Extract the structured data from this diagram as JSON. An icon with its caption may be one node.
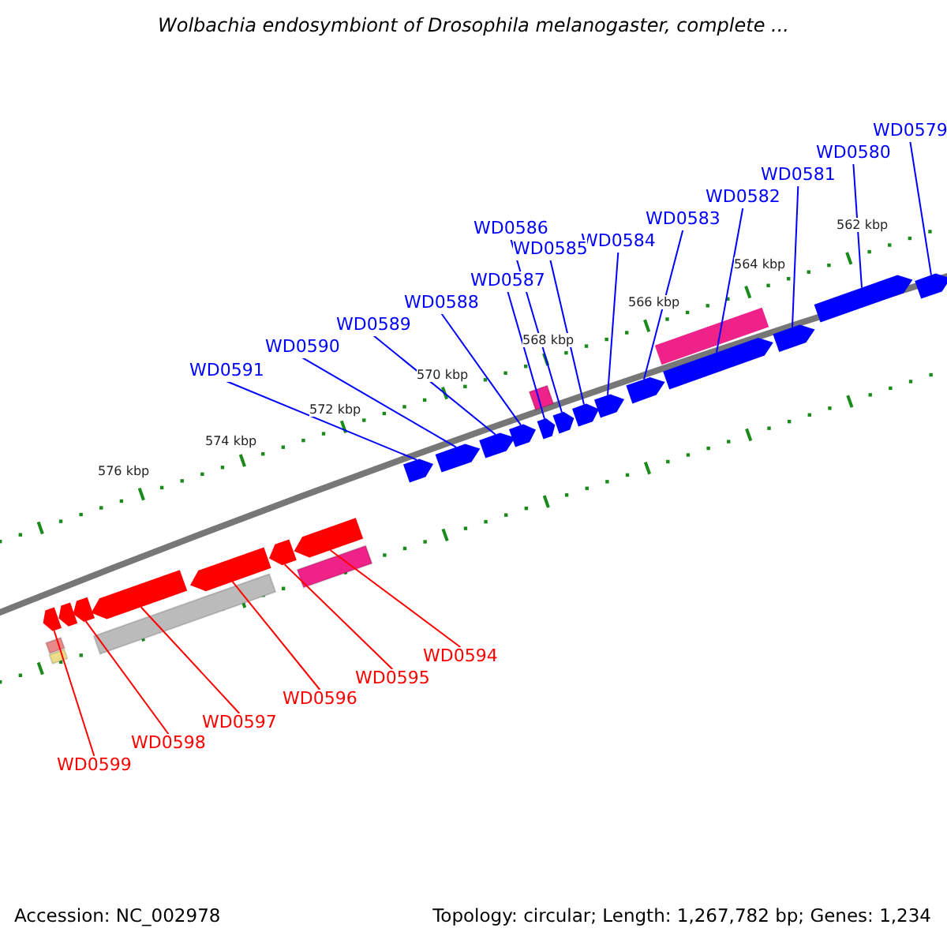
{
  "diagram": {
    "title": "Wolbachia endosymbiont of Drosophila melanogaster, complete ...",
    "nodes": [
      {
        "text": [
          "WD0579"
        ]
      },
      {
        "text": [
          "WD0580"
        ]
      },
      {
        "text": [
          "WD0581"
        ]
      },
      {
        "text": [
          "WD0582"
        ]
      },
      {
        "text": [
          "WD0583"
        ]
      },
      {
        "text": [
          "WD0584"
        ]
      },
      {
        "text": [
          "WD0585"
        ]
      },
      {
        "text": [
          "WD0586"
        ]
      },
      {
        "text": [
          "WD0587"
        ]
      },
      {
        "text": [
          "WD0588"
        ]
      },
      {
        "text": [
          "WD0589"
        ]
      },
      {
        "text": [
          "WD0590"
        ]
      },
      {
        "text": [
          "WD0591"
        ]
      },
      {
        "text": [
          "WD0594"
        ]
      },
      {
        "text": [
          "WD0595"
        ]
      },
      {
        "text": [
          "WD0596"
        ]
      },
      {
        "text": [
          "WD0597"
        ]
      },
      {
        "text": [
          "WD0598"
        ]
      },
      {
        "text": [
          "WD0599"
        ]
      },
      {
        "text": [],
        "shape": "pentagon"
      },
      {
        "text": [],
        "shape": "pentagon"
      },
      {
        "text": [],
        "shape": "pentagon"
      },
      {
        "text": [],
        "shape": "pentagon"
      },
      {
        "text": [],
        "shape": "pentagon"
      },
      {
        "text": [],
        "shape": "pentagon"
      },
      {
        "text": [],
        "shape": "pentagon"
      },
      {
        "text": [],
        "shape": "pentagon"
      },
      {
        "text": [],
        "shape": "pentagon"
      },
      {
        "text": [],
        "shape": "pentagon"
      },
      {
        "text": [],
        "shape": "pentagon"
      },
      {
        "text": [],
        "shape": "pentagon"
      },
      {
        "text": [],
        "shape": "pentagon"
      },
      {
        "text": [],
        "shape": "pentagon"
      },
      {
        "text": [],
        "shape": "pentagon"
      },
      {
        "text": [],
        "shape": "pentagon"
      },
      {
        "text": [],
        "shape": "pentagon"
      },
      {
        "text": [],
        "shape": "pentagon"
      },
      {
        "text": [],
        "shape": "pentagon"
      },
      {
        "text": [],
        "shape": "bar"
      }
    ],
    "edges": [
      {
        "from": 0,
        "to": 19,
        "arrow": "none"
      },
      {
        "from": 1,
        "to": 20,
        "arrow": "none"
      },
      {
        "from": 2,
        "to": 21,
        "arrow": "none"
      },
      {
        "from": 3,
        "to": 22,
        "arrow": "none"
      },
      {
        "from": 4,
        "to": 23,
        "arrow": "none"
      },
      {
        "from": 5,
        "to": 24,
        "arrow": "none"
      },
      {
        "from": 6,
        "to": 25,
        "arrow": "none"
      },
      {
        "from": 7,
        "to": 26,
        "arrow": "none"
      },
      {
        "from": 8,
        "to": 27,
        "arrow": "none"
      },
      {
        "from": 9,
        "to": 28,
        "arrow": "none"
      },
      {
        "from": 10,
        "to": 29,
        "arrow": "none"
      },
      {
        "from": 11,
        "to": 30,
        "arrow": "none"
      },
      {
        "from": 12,
        "to": 31,
        "arrow": "none"
      },
      {
        "from": 13,
        "to": 32,
        "arrow": "none",
        "color": "#ff0000"
      },
      {
        "from": 14,
        "to": 33,
        "arrow": "none",
        "color": "#ff0000"
      },
      {
        "from": 15,
        "to": 34,
        "arrow": "none",
        "color": "#ff0000"
      },
      {
        "from": 16,
        "to": 35,
        "arrow": "none",
        "color": "#ff0000"
      },
      {
        "from": 17,
        "to": 36,
        "arrow": "none",
        "color": "#ff0000"
      },
      {
        "from": 18,
        "to": 37,
        "arrow": "none",
        "color": "#ff0000"
      }
    ],
    "labels": [
      "562 kbp",
      "564 kbp",
      "566 kbp",
      "568 kbp",
      "570 kbp",
      "572 kbp",
      "574 kbp",
      "576 kbp",
      "Accession: NC_002978",
      "Topology: circular; Length: 1,267,782 bp; Genes: 1,234"
    ]
  }
}
